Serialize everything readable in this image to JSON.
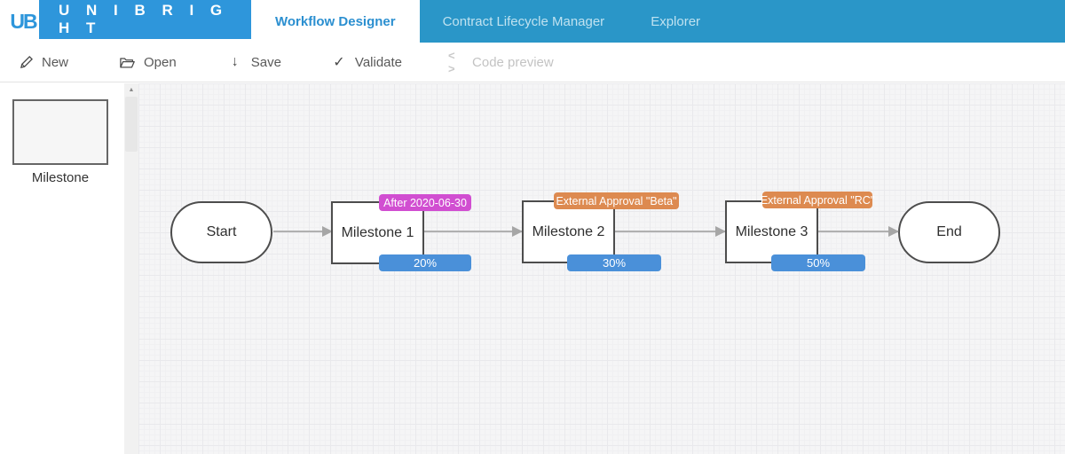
{
  "brand": {
    "logo": "UB",
    "name": "U N I B R I G H T"
  },
  "header": {
    "tabs": [
      {
        "label": "Workflow Designer",
        "active": true
      },
      {
        "label": "Contract Lifecycle Manager",
        "active": false
      },
      {
        "label": "Explorer",
        "active": false
      }
    ]
  },
  "toolbar": {
    "new_label": "New",
    "open_label": "Open",
    "save_label": "Save",
    "validate_label": "Validate",
    "code_preview_label": "Code preview",
    "save_icon": "↓",
    "validate_icon": "✓",
    "code_icon": "< >",
    "scroll_up_icon": "▲"
  },
  "palette": {
    "items": [
      {
        "label": "Milestone",
        "shape": "rectangle"
      }
    ]
  },
  "colors": {
    "header_bar": "#2a96c8",
    "logo_block": "#2e96db",
    "active_tab_text": "#2b8fd0",
    "condition_magenta": "#d14ed1",
    "condition_orange": "#dd8a50",
    "progress_blue": "#4a90d9",
    "node_border": "#4d4d4d",
    "edge_gray": "#b0b0b0"
  },
  "workflow": {
    "nodes": [
      {
        "id": "start",
        "type": "terminal",
        "label": "Start"
      },
      {
        "id": "m1",
        "type": "milestone",
        "label": "Milestone 1",
        "condition": "After 2020-06-30",
        "condition_style": "magenta",
        "progress": "20%"
      },
      {
        "id": "m2",
        "type": "milestone",
        "label": "Milestone 2",
        "condition": "External Approval \"Beta\"",
        "condition_style": "orange",
        "progress": "30%"
      },
      {
        "id": "m3",
        "type": "milestone",
        "label": "Milestone 3",
        "condition": "External Approval \"RC\"",
        "condition_style": "orange",
        "progress": "50%"
      },
      {
        "id": "end",
        "type": "terminal",
        "label": "End"
      }
    ],
    "edges": [
      {
        "from": "start",
        "to": "m1"
      },
      {
        "from": "m1",
        "to": "m2"
      },
      {
        "from": "m2",
        "to": "m3"
      },
      {
        "from": "m3",
        "to": "end"
      }
    ]
  }
}
